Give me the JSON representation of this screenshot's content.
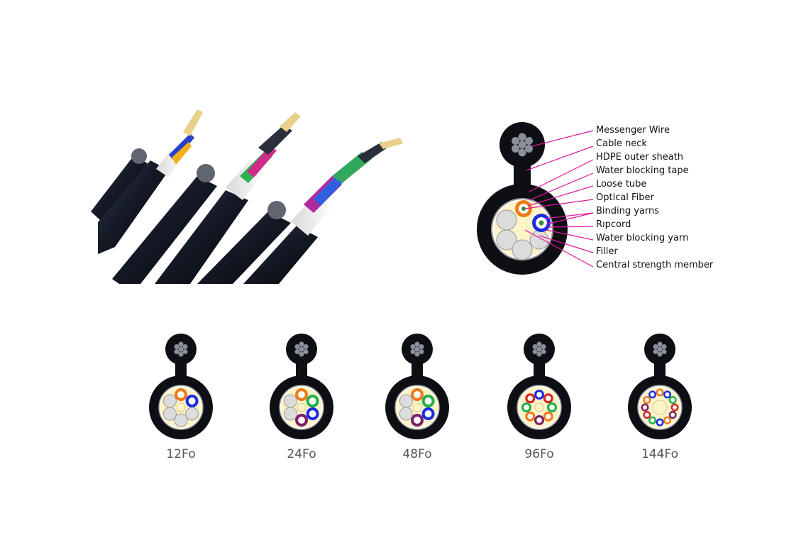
{
  "colors": {
    "sheath": "#0d0f14",
    "leader": "#e0189f",
    "filler": "#dcdcdc",
    "gel": "#fff3c8",
    "tube_orange": "#f07a1a",
    "tube_blue": "#1a2ee6",
    "tube_green": "#22b04a",
    "tube_red": "#d62424",
    "tube_purple": "#7a1f6a",
    "strand_grey": "#8a8f9a"
  },
  "legend": [
    "Messenger Wire",
    "Cable neck",
    "HDPE outer sheath",
    "Water blocking tape",
    "Loose tube",
    "Optical Fiber",
    "Binding yarns",
    "Rıpcord",
    "Water blocking yarn",
    "Filler",
    "Central strength member"
  ],
  "variants": [
    {
      "label": "12Fo",
      "tubes": [
        "tube_orange",
        "tube_blue"
      ],
      "fillers": 4
    },
    {
      "label": "24Fo",
      "tubes": [
        "tube_orange",
        "tube_green",
        "tube_blue",
        "tube_purple"
      ],
      "fillers": 2
    },
    {
      "label": "48Fo",
      "tubes": [
        "tube_orange",
        "tube_green",
        "tube_blue",
        "tube_purple"
      ],
      "fillers": 2
    },
    {
      "label": "96Fo",
      "tubes": [
        "tube_blue",
        "tube_red",
        "tube_green",
        "tube_orange",
        "tube_purple",
        "tube_orange",
        "tube_green",
        "tube_red"
      ],
      "fillers": 0
    },
    {
      "label": "144Fo",
      "tubes": [
        "tube_orange",
        "tube_blue",
        "tube_green",
        "tube_red",
        "tube_purple",
        "tube_orange",
        "tube_blue",
        "tube_green",
        "tube_red",
        "tube_purple",
        "tube_orange",
        "tube_blue"
      ],
      "fillers": 0
    }
  ]
}
